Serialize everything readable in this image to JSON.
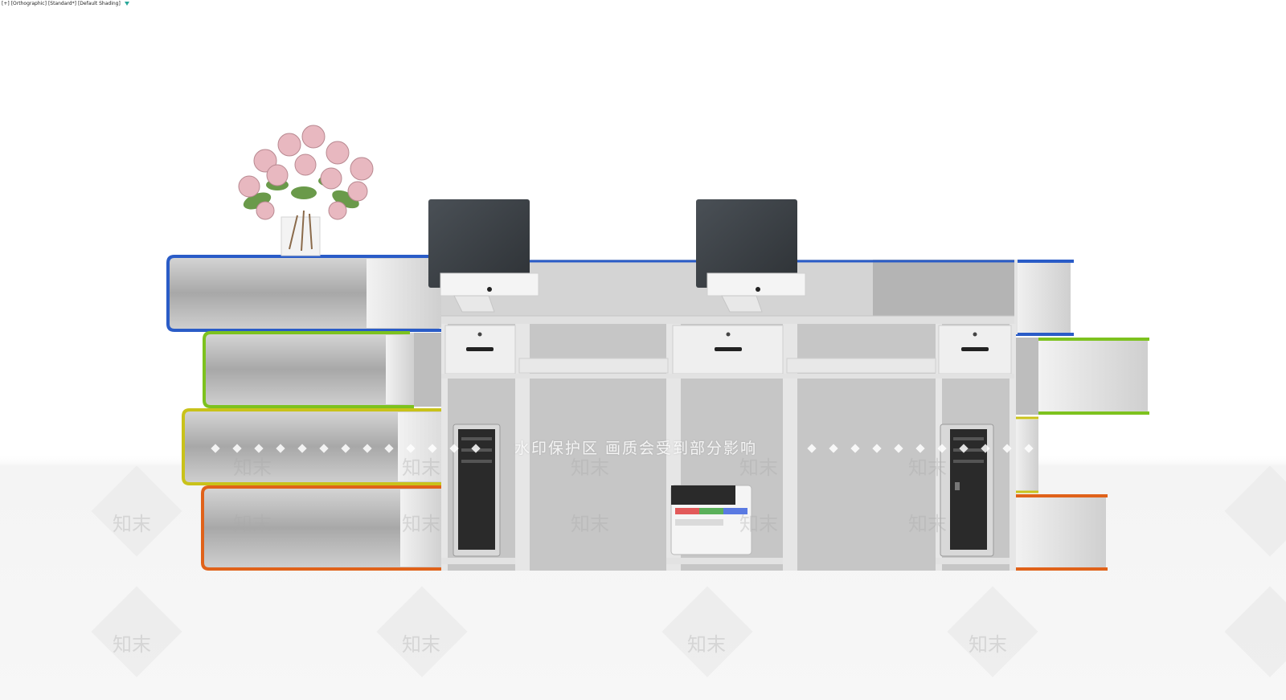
{
  "viewport": {
    "label_plus": "[+]",
    "label_view": "[Orthographic]",
    "label_mode": "[Standard*]",
    "label_shading": "[Default Shading]",
    "filter_icon": "filter-icon"
  },
  "watermark": {
    "notice": "水印保护区  画质会受到部分影响",
    "logo_text": "知末"
  },
  "colors": {
    "book_blue": "#2a5cc7",
    "book_green": "#7dc21e",
    "book_yellow": "#c9c21a",
    "book_orange": "#e0621a",
    "cabinet_gray": "#c8c8c8",
    "monitor_screen": "#3a3f44"
  }
}
